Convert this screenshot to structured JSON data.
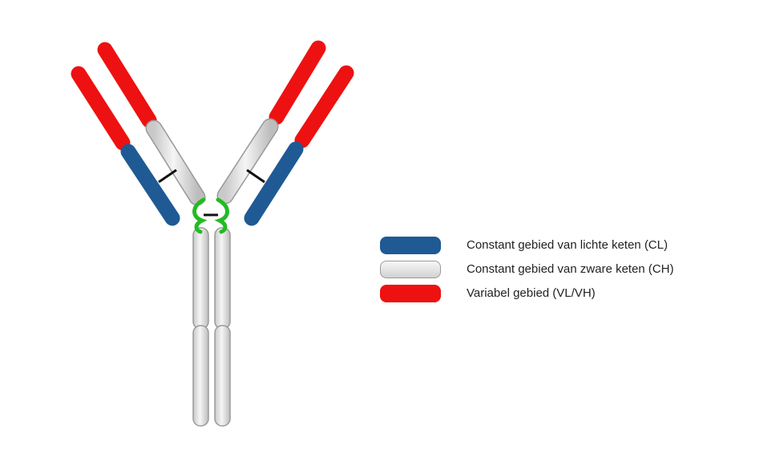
{
  "colors": {
    "light_chain_constant": "#1f5a94",
    "heavy_chain_constant": "#e6e6e6",
    "variable_region": "#ee1111",
    "hinge": "#22bb22",
    "disulfide_bond": "#111111",
    "segment_outline": "#9a9a9a"
  },
  "legend": {
    "items": [
      {
        "label": "Constant gebied van lichte keten (CL)",
        "region": "light_chain_constant"
      },
      {
        "label": "Constant gebied van zware keten (CH)",
        "region": "heavy_chain_constant"
      },
      {
        "label": "Variabel gebied (VL/VH)",
        "region": "variable_region"
      }
    ]
  }
}
